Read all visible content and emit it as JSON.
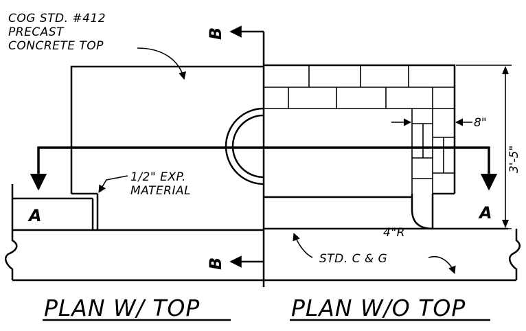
{
  "notes": {
    "top_spec_line1": "COG STD. #412",
    "top_spec_line2": "PRECAST",
    "top_spec_line3": "CONCRETE TOP",
    "exp_line1": "1/2\" EXP.",
    "exp_line2": "MATERIAL",
    "std_cg": "STD. C & G",
    "radius": "4\"R",
    "dim_wall": "8\"",
    "dim_height": "3'-5\""
  },
  "section_marks": {
    "section_a": "A",
    "section_b": "B"
  },
  "titles": {
    "plan_with_top": "PLAN W/ TOP",
    "plan_without_top": "PLAN W/O TOP"
  }
}
